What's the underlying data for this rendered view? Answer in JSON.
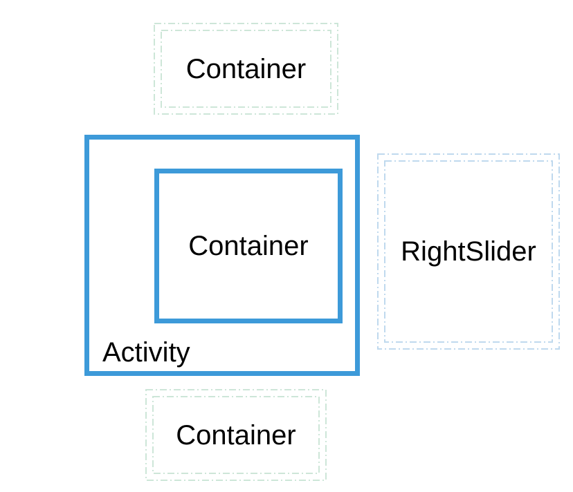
{
  "colors": {
    "activity_border": "#3d9ad9",
    "container_dash_border": "#cde6d8",
    "slider_dash_border": "#bfd9ee",
    "label_text": "#000000",
    "background": "#ffffff"
  },
  "boxes": {
    "top_container": {
      "label": "Container"
    },
    "activity": {
      "label": "Activity"
    },
    "inner_container": {
      "label": "Container"
    },
    "right_slider": {
      "label": "RightSlider"
    },
    "bottom_container": {
      "label": "Container"
    }
  }
}
